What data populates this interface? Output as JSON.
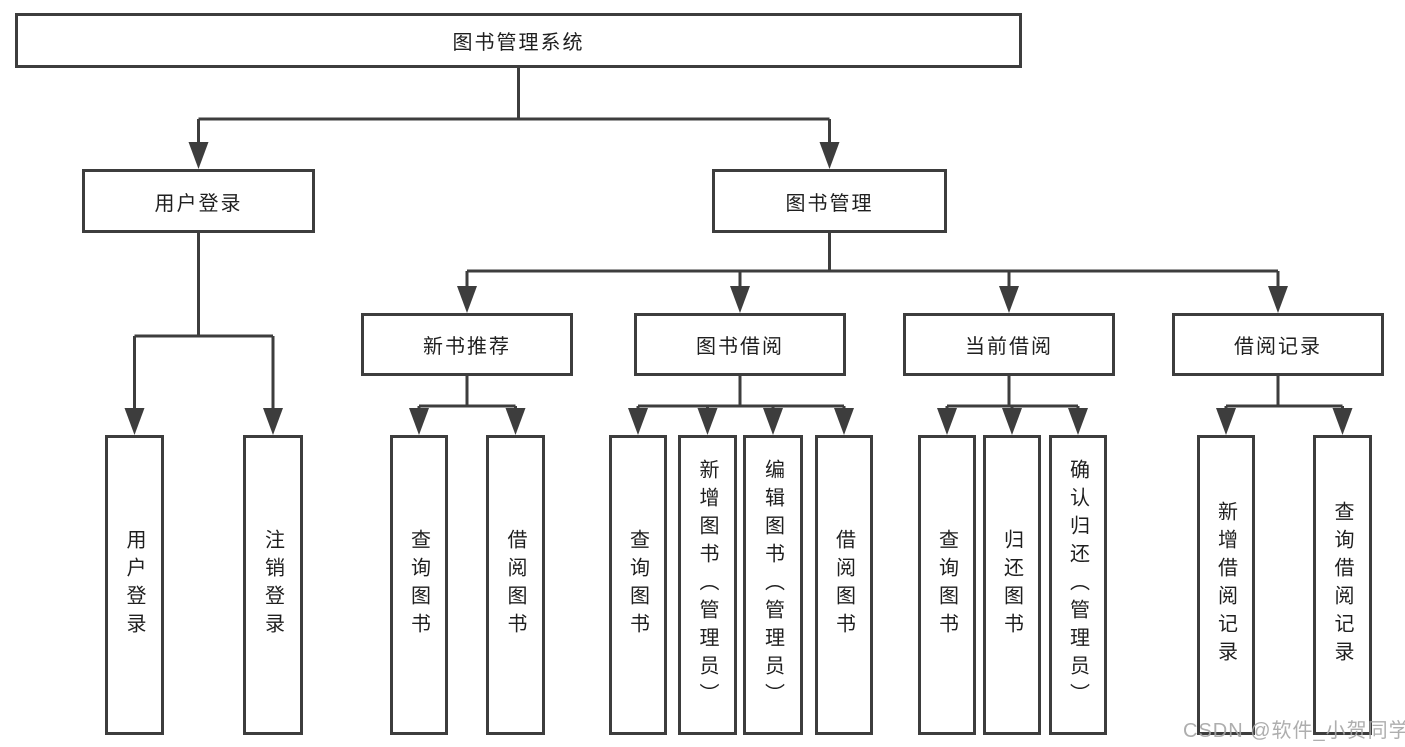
{
  "diagram": {
    "root": {
      "label": "图书管理系统"
    },
    "branches": [
      {
        "label": "用户登录",
        "children": [
          {
            "label": "用户登录"
          },
          {
            "label": "注销登录"
          }
        ]
      },
      {
        "label": "图书管理",
        "children": [
          {
            "label": "新书推荐",
            "children": [
              {
                "label": "查询图书"
              },
              {
                "label": "借阅图书"
              }
            ]
          },
          {
            "label": "图书借阅",
            "children": [
              {
                "label": "查询图书"
              },
              {
                "label": "新增图书（管理员）"
              },
              {
                "label": "编辑图书（管理员）"
              },
              {
                "label": "借阅图书"
              }
            ]
          },
          {
            "label": "当前借阅",
            "children": [
              {
                "label": "查询图书"
              },
              {
                "label": "归还图书"
              },
              {
                "label": "确认归还（管理员）"
              }
            ]
          },
          {
            "label": "借阅记录",
            "children": [
              {
                "label": "新增借阅记录"
              },
              {
                "label": "查询借阅记录"
              }
            ]
          }
        ]
      }
    ]
  },
  "watermark": {
    "text": "CSDN @软件_小贺同学"
  },
  "colors": {
    "line": "#3d3d3d",
    "box_border": "#3d3d3d",
    "box_fill": "#ffffff",
    "text": "#1f1f1f",
    "watermark": "#a5a5a5",
    "background": "#ffffff"
  }
}
